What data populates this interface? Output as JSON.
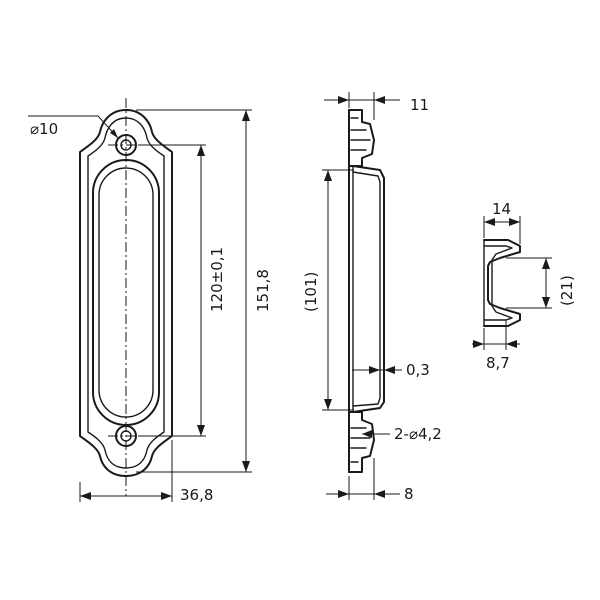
{
  "dimensions": {
    "hole_diameter": "⌀10",
    "hole_spacing": "120±0,1",
    "overall_length": "151,8",
    "width": "36,8",
    "recess_depth_top": "11",
    "recess_length": "(101)",
    "wall_thickness": "0,3",
    "screw_holes": "2-⌀4,2",
    "flange_depth": "8",
    "section_width": "14",
    "section_height": "(21)",
    "section_inner_width": "8,7"
  },
  "colors": {
    "line": "#1a1a1a",
    "background": "#ffffff"
  }
}
